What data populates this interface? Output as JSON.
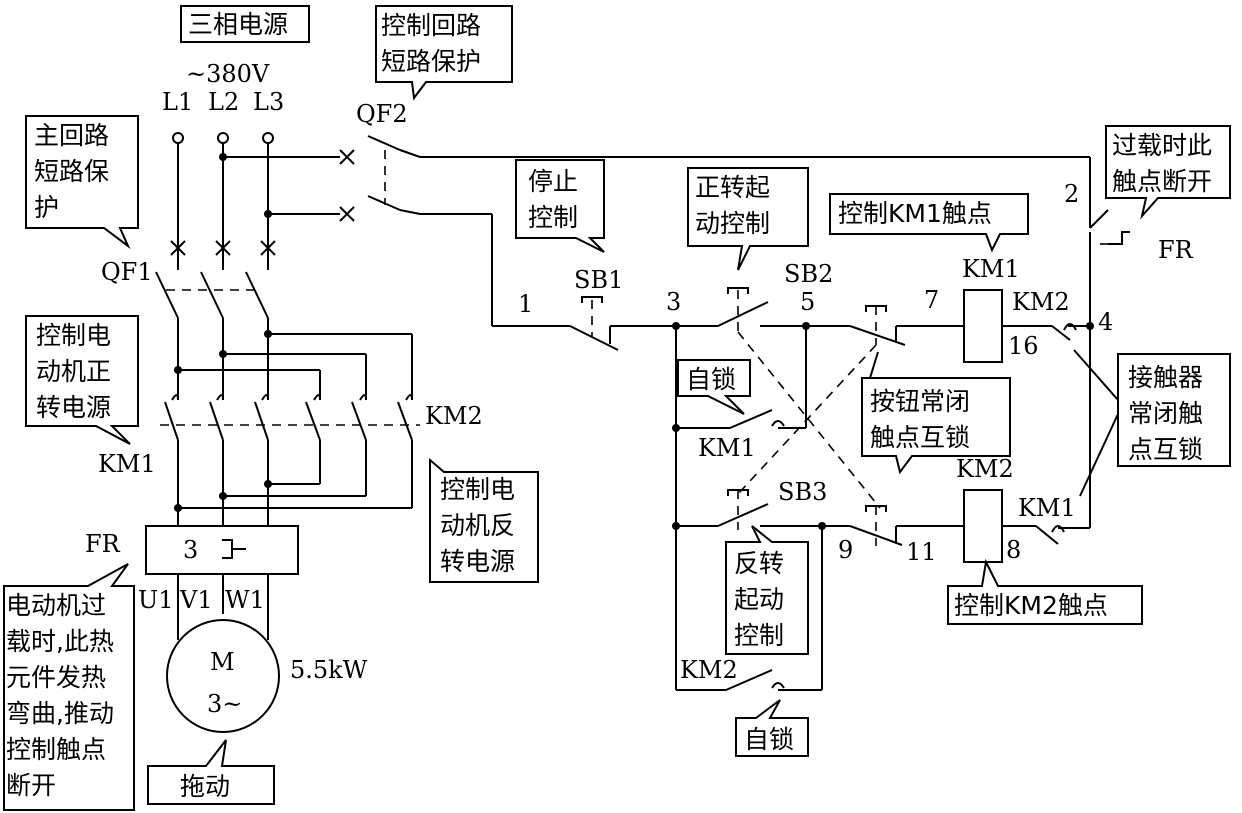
{
  "callouts": {
    "power": [
      "三相电源"
    ],
    "ctrl_protect": [
      "控制回路",
      "短路保护"
    ],
    "main_protect": [
      "主回路",
      "短路保",
      "护"
    ],
    "stop": [
      "停止",
      "控制"
    ],
    "fwd_start": [
      "正转起",
      "动控制"
    ],
    "ctrl_km1": [
      "控制KM1触点"
    ],
    "overload": [
      "过载时此",
      "触点断开"
    ],
    "fwd_power": [
      "控制电",
      "动机正",
      "转电源"
    ],
    "self_lock1": [
      "自锁"
    ],
    "btn_interlock": [
      "按钮常闭",
      "触点互锁"
    ],
    "contactor_interlock": [
      "接触器",
      "常闭触",
      "点互锁"
    ],
    "rev_power": [
      "控制电",
      "动机反",
      "转电源"
    ],
    "rev_start": [
      "反转",
      "起动",
      "控制"
    ],
    "ctrl_km2": [
      "控制KM2触点"
    ],
    "motor_overload": [
      "电动机过",
      "载时,此热",
      "元件发热",
      "弯曲,推动",
      "控制触点",
      "断开"
    ],
    "self_lock2": [
      "自锁"
    ],
    "drive": [
      "拖动"
    ]
  },
  "labels": {
    "voltage": "~380V",
    "L1": "L1",
    "L2": "L2",
    "L3": "L3",
    "QF1": "QF1",
    "QF2": "QF2",
    "KM1_main": "KM1",
    "KM2_main": "KM2",
    "FR_main": "FR",
    "FR_ctrl": "FR",
    "fr_num": "3",
    "U1": "U1",
    "V1": "V1",
    "W1": "W1",
    "motor_M": "M",
    "motor_phase": "3~",
    "power_rating": "5.5kW",
    "SB1": "SB1",
    "SB2": "SB2",
    "SB3": "SB3",
    "KM1_coil": "KM1",
    "KM2_coil": "KM2",
    "KM2_nc": "KM2",
    "KM1_nc": "KM1",
    "KM1_aux": "KM1",
    "KM2_aux": "KM2",
    "n1": "1",
    "n2": "2",
    "n3": "3",
    "n4": "4",
    "n5": "5",
    "n7": "7",
    "n8": "8",
    "n9": "9",
    "n11": "11",
    "n16": "16"
  }
}
